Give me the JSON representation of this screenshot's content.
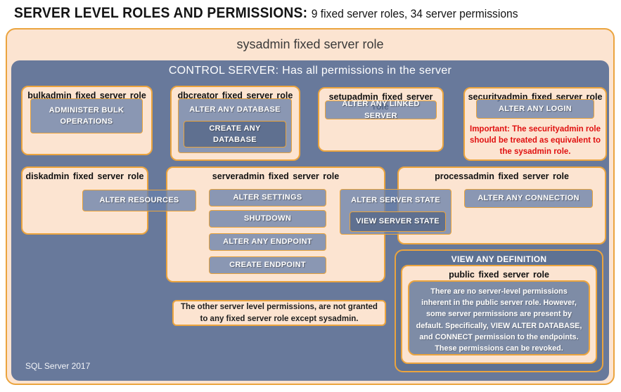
{
  "page": {
    "title_strong": "SERVER LEVEL ROLES AND PERMISSIONS:",
    "title_rest": "9 fixed server roles, 34 server permissions"
  },
  "sysadmin": {
    "title": "sysadmin fixed server role"
  },
  "control": {
    "title": "CONTROL SERVER: Has all permissions in the server",
    "footer": "SQL Server 2017"
  },
  "roles": {
    "bulkadmin": {
      "title": "bulkadmin fixed server role",
      "perm": "ADMINISTER BULK OPERATIONS"
    },
    "dbcreator": {
      "title": "dbcreator fixed server role",
      "perm_outer": "ALTER ANY DATABASE",
      "perm_inner": "CREATE ANY DATABASE"
    },
    "setupadmin": {
      "title": "setupadmin fixed server role",
      "perm": "ALTER ANY LINKED SERVER"
    },
    "securityadmin": {
      "title": "securityadmin fixed server role",
      "perm": "ALTER ANY LOGIN",
      "warning": "Important: The securityadmin role should be treated as equivalent to the sysadmin role."
    },
    "diskadmin": {
      "title": "diskadmin fixed server role",
      "perm": "ALTER RESOURCES"
    },
    "serveradmin": {
      "title": "serveradmin fixed server role",
      "perms": [
        "ALTER SETTINGS",
        "SHUTDOWN",
        "ALTER ANY ENDPOINT",
        "CREATE ENDPOINT"
      ],
      "perm_outer": "ALTER SERVER STATE",
      "perm_inner": "VIEW SERVER STATE"
    },
    "processadmin": {
      "title": "processadmin fixed server role",
      "perm": "ALTER ANY CONNECTION"
    },
    "public": {
      "title": "public fixed server role",
      "perm_outer": "VIEW ANY DEFINITION",
      "body": "There are no server-level permissions inherent in the public server role. However, some server permissions are present by default. Specifically, VIEW ALTER DATABASE, and CONNECT permission to the endpoints. These permissions can be revoked."
    }
  },
  "note": "The other server level permissions, are not granted to any fixed server role except sysadmin.",
  "colors": {
    "peach": "#fce4d1",
    "blue": "#68799b",
    "dark_blue": "#5e7293",
    "inner_slate": "#7e8ca6",
    "border_orange": "#eba43e",
    "button_border": "#e8a33c",
    "warning_red": "#e01010"
  }
}
